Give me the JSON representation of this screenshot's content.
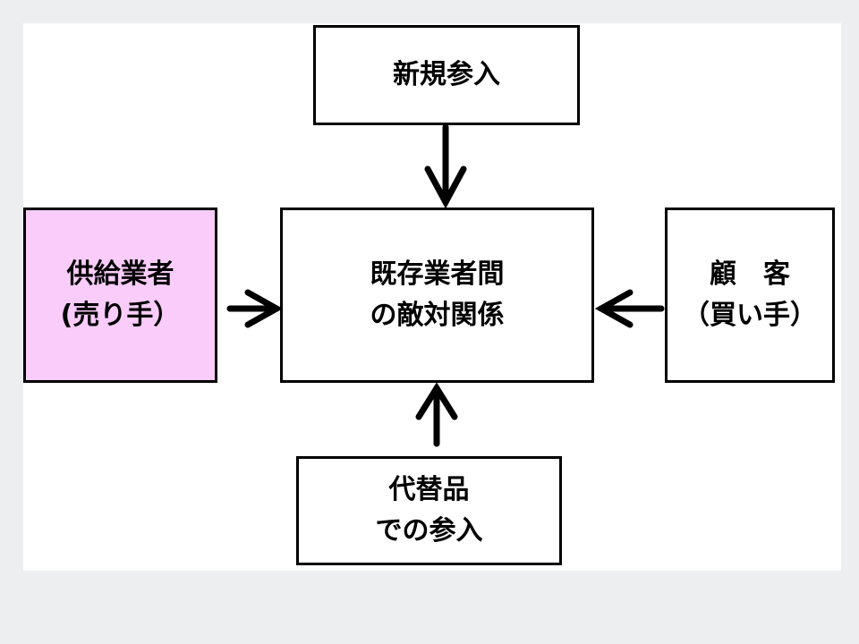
{
  "diagram": {
    "new_entrants": {
      "label": "新規参入"
    },
    "rivalry": {
      "line1": "既存業者間",
      "line2": "の敵対関係"
    },
    "suppliers": {
      "line1": "供給業者",
      "line2": "(売り手）"
    },
    "buyers": {
      "line1": "顧　客",
      "line2": "（買い手）"
    },
    "substitutes": {
      "line1": "代替品",
      "line2": "での参入"
    }
  },
  "colors": {
    "suppliers_fill": "#f9ccf9",
    "border": "#000000",
    "background": "#eceeef",
    "slide": "#ffffff"
  }
}
